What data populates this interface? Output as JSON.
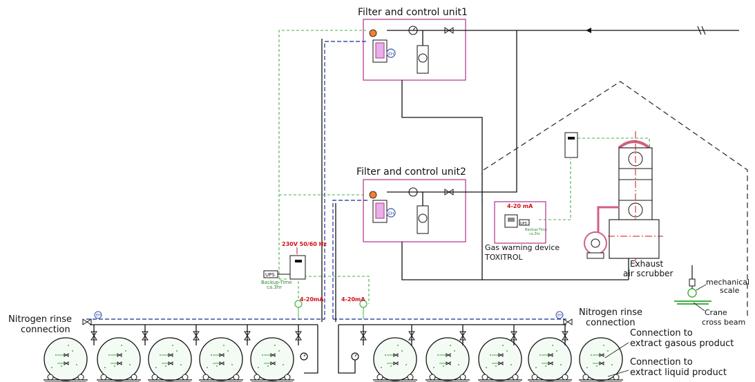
{
  "labels": {
    "filter_unit_1": "Filter and control unit1",
    "filter_unit_2": "Filter and control unit2",
    "power_supply": "230V 50/60 Hz",
    "ups": "UPS",
    "backup_time_line1": "Backup-Time",
    "backup_time_line2": "ca.3hr",
    "signal_left": "4-20mA",
    "signal_mid": "4-20mA",
    "signal_gas": "4-20 mA",
    "eh": "EH",
    "gas_warning_line1": "Gas warning device",
    "gas_warning_line2": "TOXITROL",
    "scrubber_line1": "Exhaust",
    "scrubber_line2": "air scrubber",
    "mechanical_line1": "mechanical",
    "mechanical_line2": "scale",
    "crane_line1": "Crane",
    "crane_line2": "cross beam",
    "nitrogen_left_line1": "Nitrogen rinse",
    "nitrogen_left_line2": "connection",
    "nitrogen_right_line1": "Nitrogen rinse",
    "nitrogen_right_line2": "connection",
    "gaseous_line1": "Connection to",
    "gaseous_line2": "extract gasous product",
    "liquid_line1": "Connection to",
    "liquid_line2": "extract liquid product"
  },
  "colors": {
    "magenta_box": "#b0308a",
    "nitrogen_pipe": "#3a4fa8",
    "signal_line": "#44b044",
    "power_text": "#d0101a"
  },
  "icons": [
    "valve-icon",
    "pressure-gauge-icon",
    "flow-meter-icon",
    "filter-icon",
    "heater-icon",
    "tank-icon",
    "fan-icon",
    "hook-icon"
  ]
}
